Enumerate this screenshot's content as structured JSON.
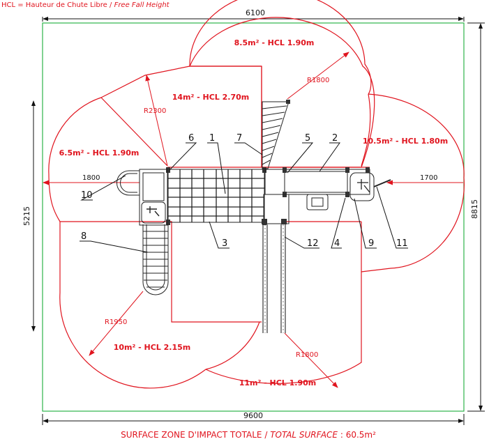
{
  "legend": {
    "prefix": "HCL = Hauteur de Chute Libre",
    "separator": " / ",
    "italic": "Free Fall Height"
  },
  "dimensions": {
    "top_width": "6100",
    "bottom_width": "9600",
    "left_height": "5215",
    "right_height": "8815",
    "left_offset": "1800",
    "right_offset": "1700"
  },
  "radii": {
    "r1": "R1800",
    "r2": "R2300",
    "r3": "R1950",
    "r4": "R1800"
  },
  "zones": [
    {
      "label": "8.5m² - HCL 1.90m"
    },
    {
      "label": "14m² - HCL 2.70m"
    },
    {
      "label": "6.5m² - HCL 1.90m"
    },
    {
      "label": "10.5m² - HCL 1.80m"
    },
    {
      "label": "10m² - HCL 2.15m"
    },
    {
      "label": "11m² - HCL 1.90m"
    }
  ],
  "callouts": [
    "1",
    "2",
    "3",
    "4",
    "5",
    "6",
    "7",
    "8",
    "9",
    "10",
    "11",
    "12"
  ],
  "footer": {
    "prefix": "SURFACE ZONE D'IMPACT TOTALE",
    "separator": " / ",
    "italic": "TOTAL SURFACE",
    "value": " : 60.5m²"
  },
  "colors": {
    "safety_zone": "#e0141e",
    "boundary": "#2db34a",
    "structure": "#222222"
  }
}
